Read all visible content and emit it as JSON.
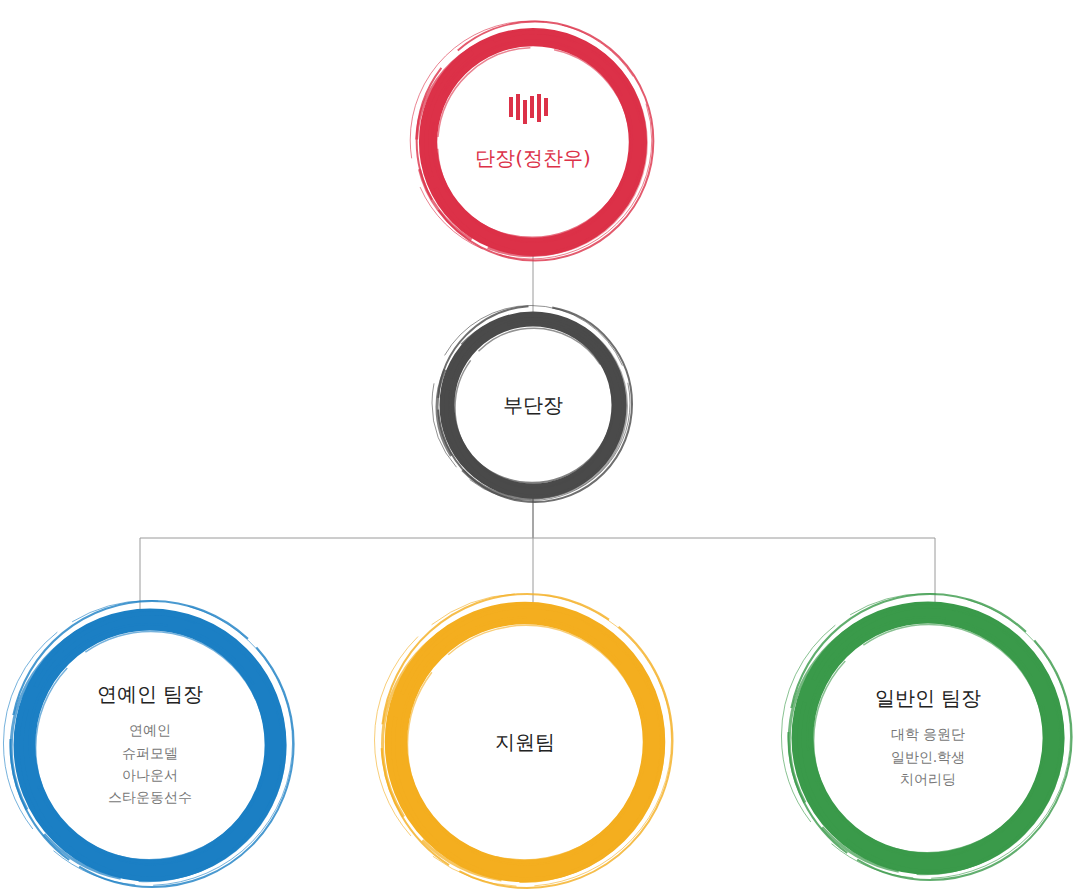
{
  "diagram": {
    "nodes": [
      {
        "text": [
          "단장(정찬우)"
        ]
      },
      {
        "text": [
          "부단장"
        ]
      },
      {
        "text": [
          "연예인 팀장",
          "연예인 슈퍼모델 아나운서 스타운동선수"
        ]
      },
      {
        "text": [
          "지원팀"
        ]
      },
      {
        "text": [
          "일반인 팀장",
          "대학 응원단 일반인.학생 치어리딩"
        ]
      }
    ],
    "edges": [
      {
        "from": 0,
        "to": 1,
        "arrow": "none"
      },
      {
        "from": 1,
        "to": 2,
        "arrow": "none"
      },
      {
        "from": 1,
        "to": 3,
        "arrow": "none"
      },
      {
        "from": 1,
        "to": 4,
        "arrow": "none"
      }
    ]
  }
}
